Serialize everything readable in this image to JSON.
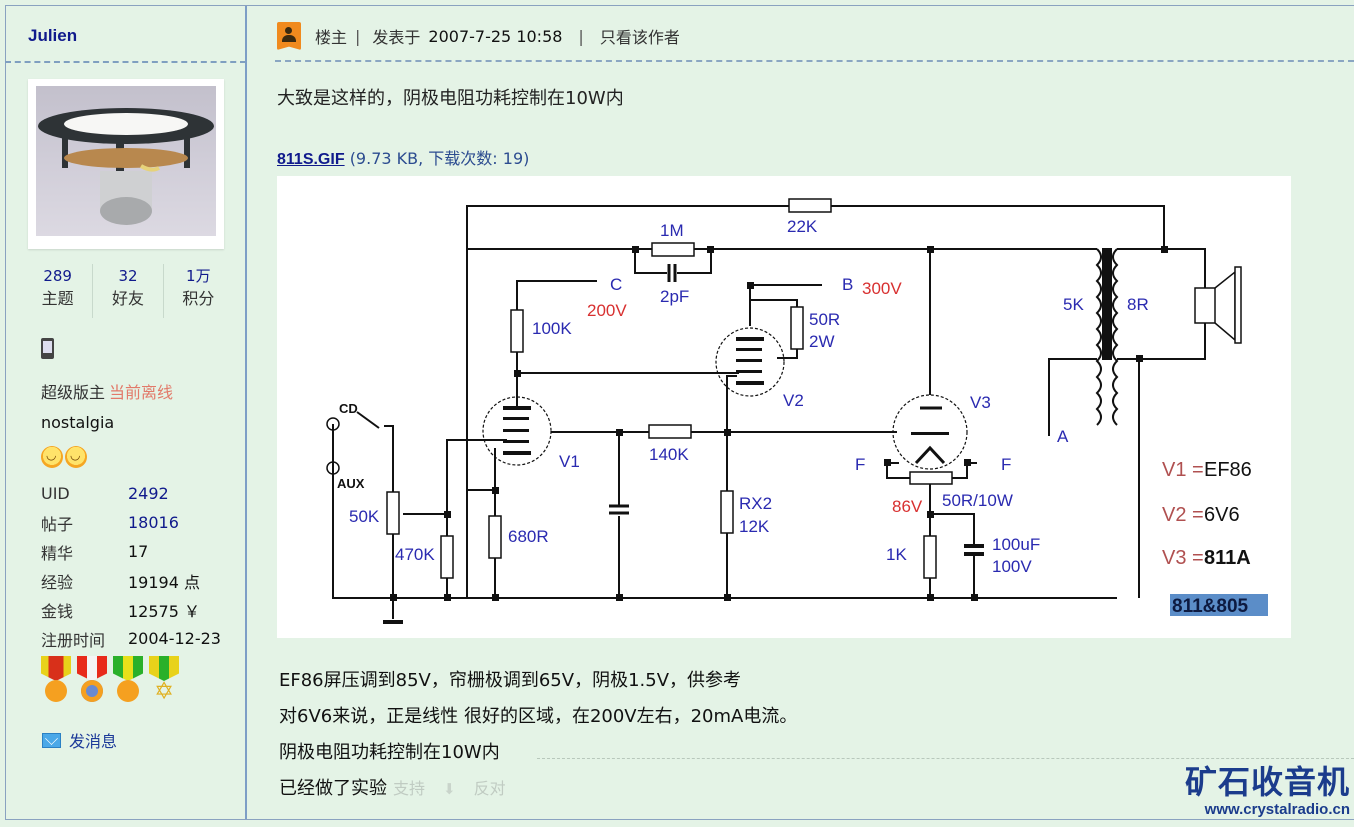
{
  "user": {
    "name": "Julien",
    "stats": [
      {
        "value": "289",
        "label": "主题"
      },
      {
        "value": "32",
        "label": "好友"
      },
      {
        "value": "1万",
        "label": "积分"
      }
    ],
    "role": "超级版主",
    "status": "当前离线",
    "nickname": "nostalgia",
    "info": [
      {
        "key": "UID",
        "value": "2492",
        "link": true
      },
      {
        "key": "帖子",
        "value": "18016",
        "link": true
      },
      {
        "key": "精华",
        "value": "17",
        "link": false
      },
      {
        "key": "经验",
        "value": "19194 点",
        "link": false
      },
      {
        "key": "金钱",
        "value": "12575 ￥",
        "link": false
      },
      {
        "key": "注册时间",
        "value": "2004-12-23",
        "link": false
      }
    ],
    "send_message": "发消息"
  },
  "post": {
    "owner_label": "楼主",
    "posted_prefix": "发表于",
    "posted_at": "2007-7-25 10:58",
    "only_author": "只看该作者",
    "intro": "大致是这样的，阴极电阻功耗控制在10W内",
    "attachment": {
      "filename": "811S.GIF",
      "meta": "(9.73 KB, 下载次数: 19)"
    },
    "lines": [
      "EF86屏压调到85V，帘栅极调到65V，阴极1.5V，供参考",
      "对6V6来说，正是线性 很好的区域，在200V左右，20mA电流。",
      "阴极电阻功耗控制在10W内",
      "已经做了实验"
    ],
    "vote_support": "支持",
    "vote_oppose": "反对"
  },
  "schematic": {
    "labels": {
      "r_22k": "22K",
      "r_1m": "1M",
      "c_2pf": "2pF",
      "node_c": "C",
      "v_200": "200V",
      "node_b": "B",
      "v_300": "300V",
      "r_100k": "100K",
      "r_50r": "50R",
      "r_50r_w": "2W",
      "t_5k": "5K",
      "t_8r": "8R",
      "in_cd": "CD",
      "in_aux": "AUX",
      "pot_50k": "50K",
      "r_470k": "470K",
      "r_680r": "680R",
      "r_140k": "140K",
      "r_rx2": "RX2",
      "r_12k": "12K",
      "tube_v1": "V1",
      "tube_v2": "V2",
      "tube_v3": "V3",
      "fil_f": "F",
      "v_86": "86V",
      "r_50r10w": "50R/10W",
      "r_1k": "1K",
      "c_100uf": "100uF",
      "c_100v": "100V",
      "node_a": "A"
    },
    "legend": [
      {
        "key": "V1 =",
        "value": "EF86"
      },
      {
        "key": "V2 =",
        "value": "6V6"
      },
      {
        "key": "V3 =",
        "value": "811A"
      }
    ],
    "tag": "811&805"
  },
  "logo": {
    "name": "矿石收音机",
    "url": "www.crystalradio.cn"
  },
  "colors": {
    "link": "#101a8c",
    "offline": "#e27a6a",
    "schematic_label": "#2a2ab0",
    "schematic_voltage": "#d83030",
    "background": "#e4f3e6"
  }
}
